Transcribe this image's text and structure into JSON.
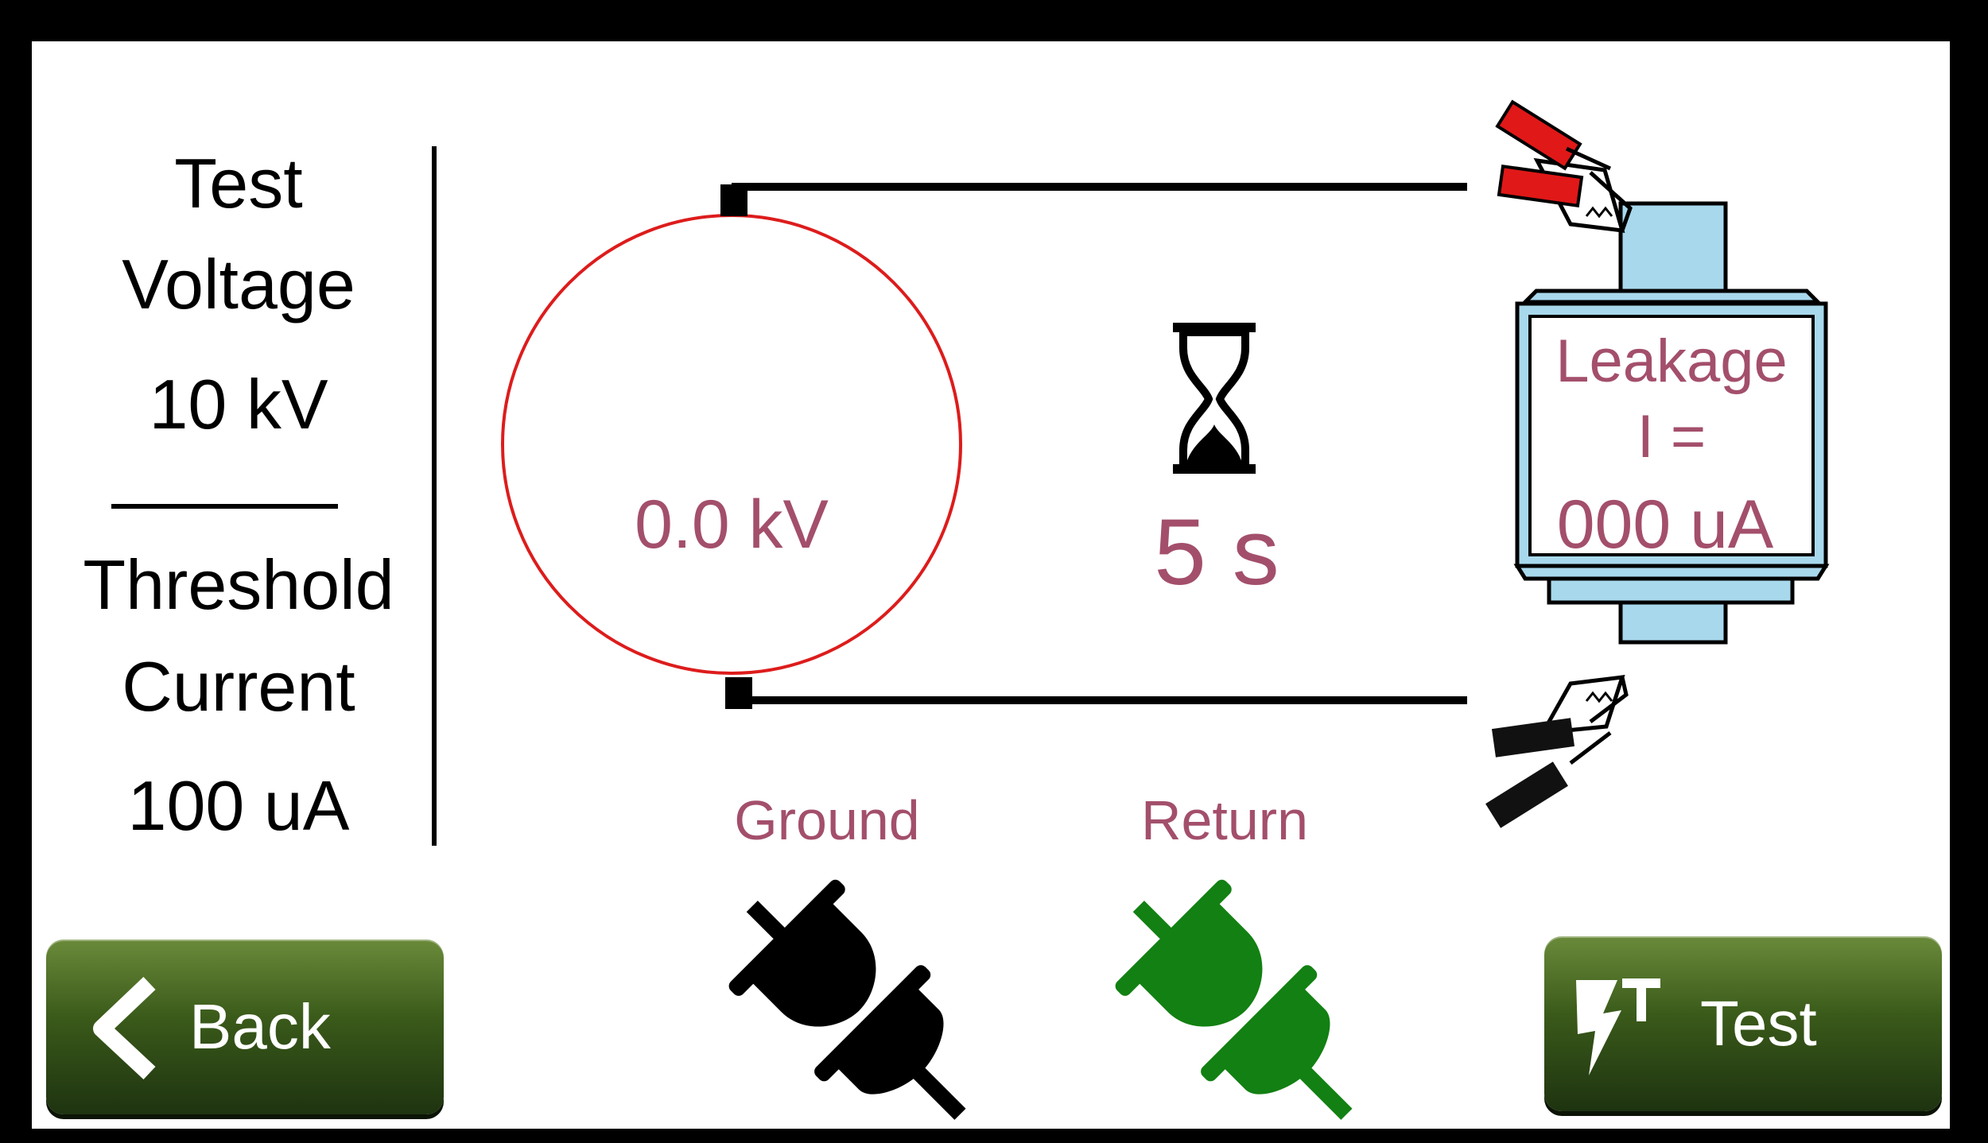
{
  "left_panel": {
    "test_label_line1": "Test",
    "test_label_line2": "Voltage",
    "test_voltage": "10 kV",
    "threshold_label_line1": "Threshold",
    "threshold_label_line2": "Current",
    "threshold_current": "100 uA"
  },
  "diagram": {
    "meter_reading": "0.0 kV",
    "timer": "5 s",
    "timer_icon": "hourglass-icon",
    "device_label_line1": "Leakage",
    "device_label_line2": "I =",
    "device_reading": "000 uA"
  },
  "connectors": {
    "ground_label": "Ground",
    "return_label": "Return",
    "ground_status_color": "#000000",
    "return_status_color": "#128012",
    "icon": "plug-icon"
  },
  "buttons": {
    "back_label": "Back",
    "test_label": "Test",
    "back_icon": "chevron-left-icon",
    "test_icon": "high-voltage-icon"
  },
  "colors": {
    "accent_text": "#a34f6b",
    "meter_circle": "#dd1c1c",
    "device_body": "#a8d8ec",
    "red_clip": "#e01818",
    "button_green": "#3a5a1a"
  }
}
